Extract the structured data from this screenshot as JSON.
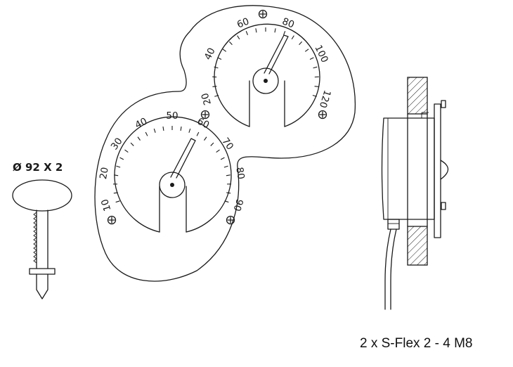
{
  "screw": {
    "dimension_label": "Ø 92 X 2"
  },
  "dial_large": {
    "scale": [
      "10",
      "20",
      "30",
      "40",
      "50",
      "60",
      "70",
      "80",
      "90"
    ]
  },
  "dial_small": {
    "scale": [
      "20",
      "40",
      "60",
      "80",
      "100",
      "120"
    ]
  },
  "caption": "2 x S-Flex 2 - 4 M8"
}
